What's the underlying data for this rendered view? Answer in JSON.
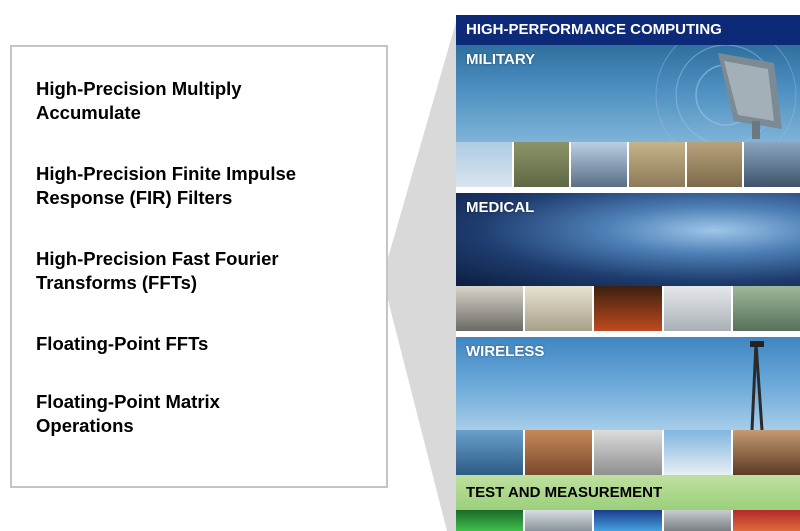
{
  "features": [
    "High-Precision Multiply\nAccumulate",
    "High-Precision Finite Impulse\nResponse (FIR) Filters",
    "High-Precision Fast Fourier\nTransforms (FFTs)",
    "Floating-Point FFTs",
    "Floating-Point Matrix\nOperations"
  ],
  "header": {
    "title": "HIGH-PERFORMANCE COMPUTING",
    "bg_color": "#0d2a78"
  },
  "sections": [
    {
      "label": "MILITARY",
      "thumb_icons": [
        "drone-image",
        "soldier-image",
        "ships-image",
        "tank-image",
        "humvee-image",
        "jet-image"
      ]
    },
    {
      "label": "MEDICAL",
      "thumb_icons": [
        "medical-device-image",
        "monitor-image",
        "ultrasound-image",
        "scanner-image",
        "hospital-room-image"
      ]
    },
    {
      "label": "WIRELESS",
      "thumb_icons": [
        "phone-user-image",
        "laptop-user-image",
        "handheld-device-image",
        "mobile-user-image",
        "smartphone-user-image"
      ]
    },
    {
      "label": "TEST AND MEASUREMENT",
      "thumb_icons": [
        "oscilloscope-image",
        "instrument-image",
        "waveform-image",
        "analyzer-image",
        "equipment-image"
      ]
    }
  ]
}
